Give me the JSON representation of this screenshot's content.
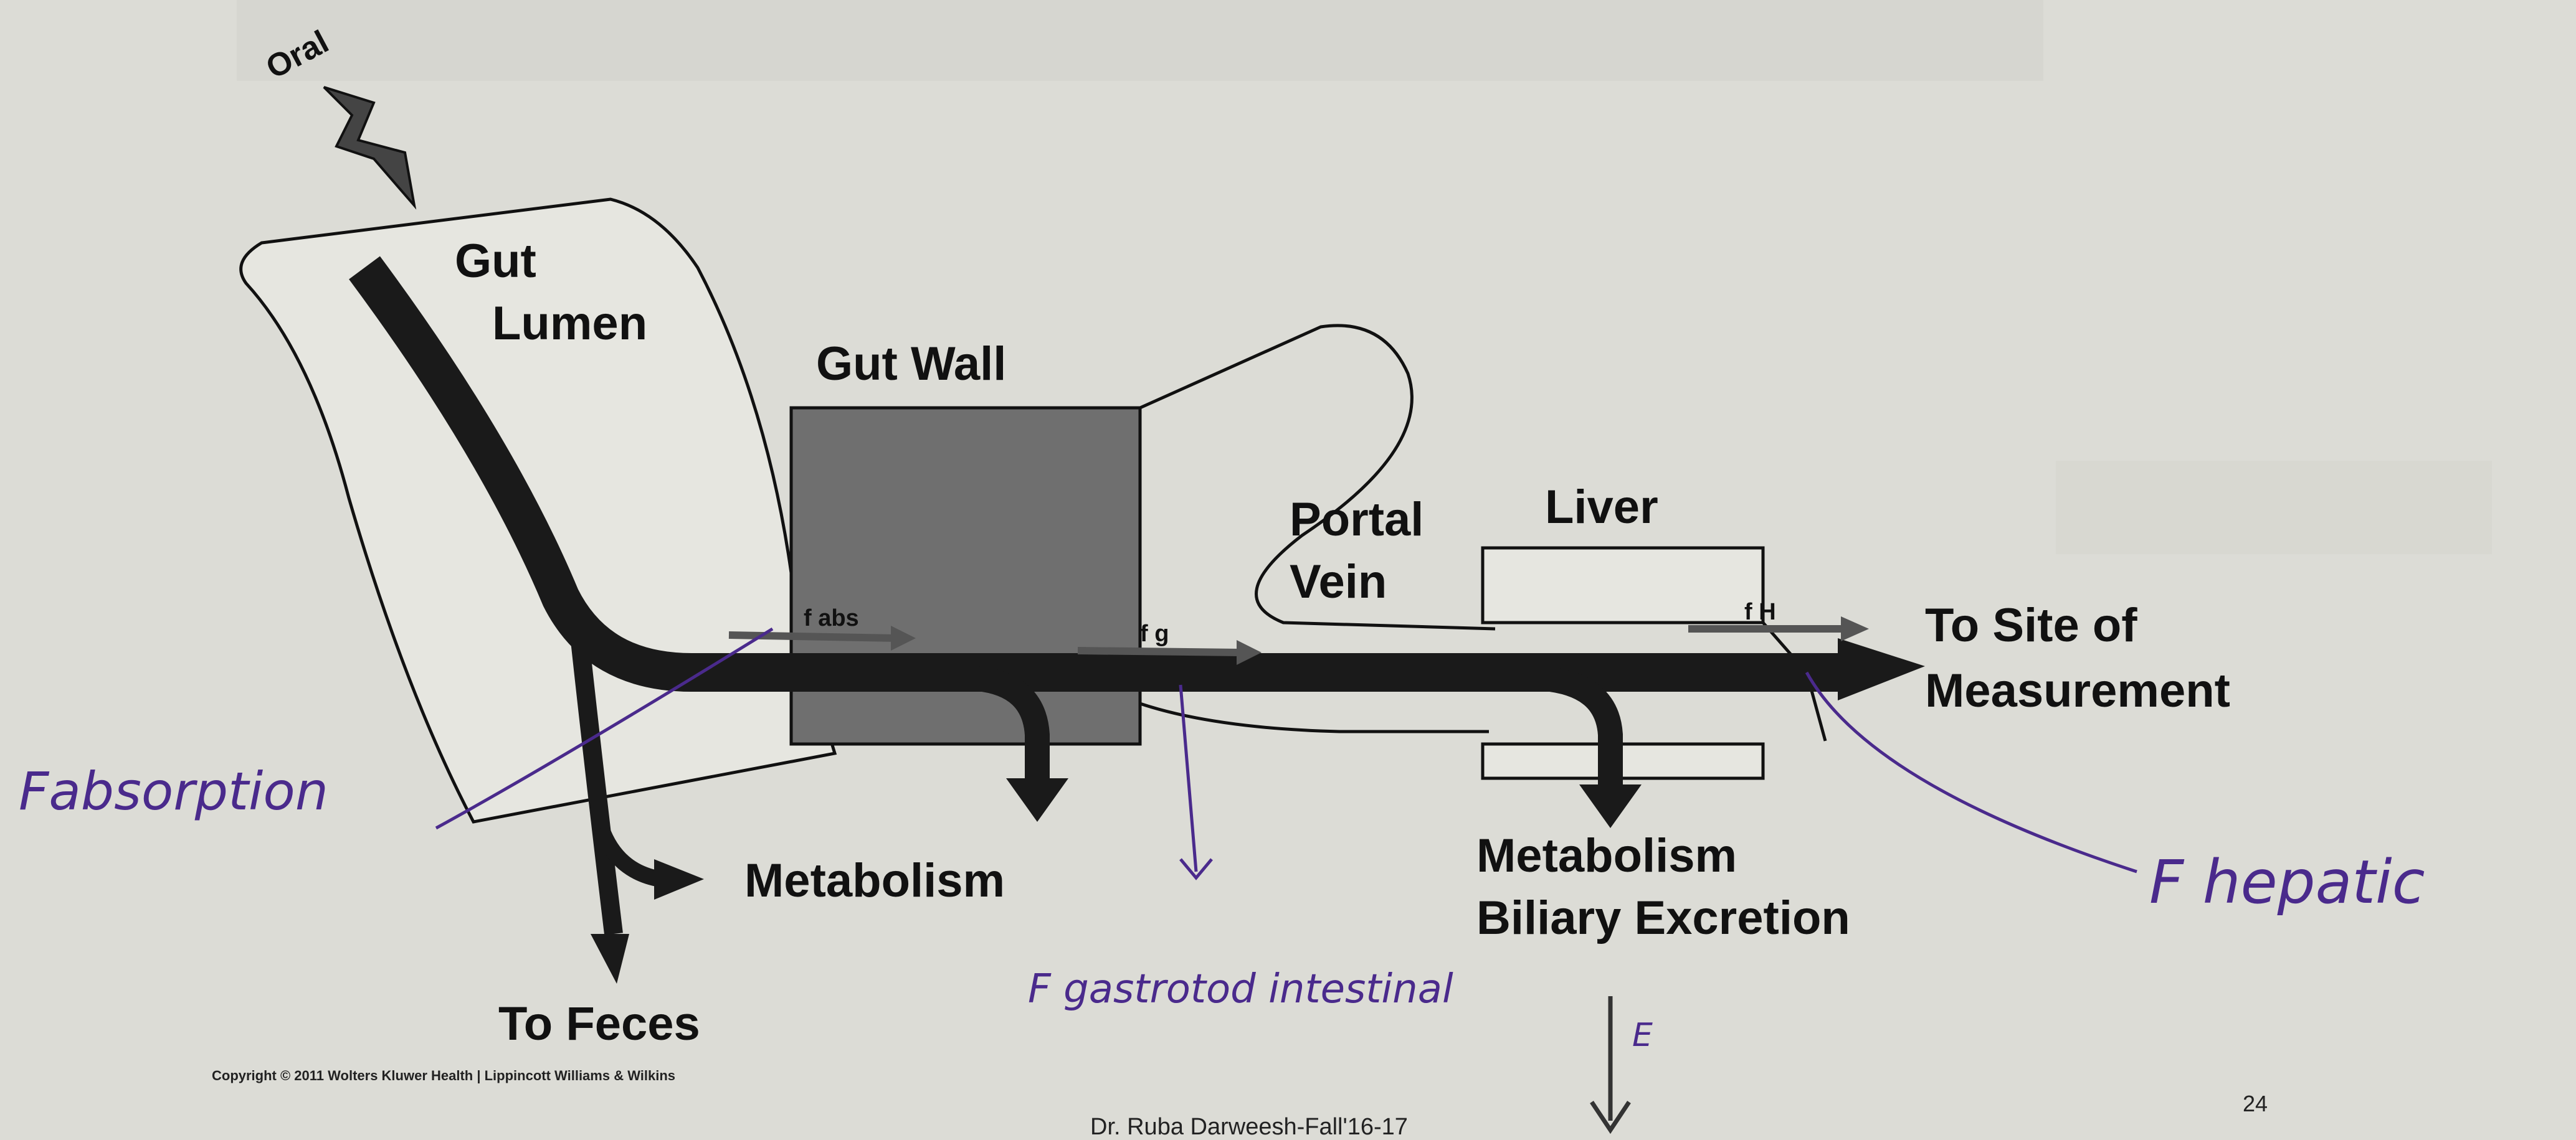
{
  "diagram": {
    "route_label": "Oral",
    "gut_lumen_line1": "Gut",
    "gut_lumen_line2": "Lumen",
    "gut_wall": "Gut Wall",
    "portal_vein_line1": "Portal",
    "portal_vein_line2": "Vein",
    "liver": "Liver",
    "site_line1": "To Site of",
    "site_line2": "Measurement",
    "metabolism_gut": "Metabolism",
    "metabolism_liver": "Metabolism",
    "biliary": "Biliary Excretion",
    "to_feces": "To Feces",
    "f_abs_small": "f abs",
    "f_g_small": "f g",
    "f_h_small": "f H"
  },
  "annotations": {
    "f_absorption": "Fabsorption",
    "f_gi": "F gastrotod intestinal",
    "f_hepatic": "F hepatic",
    "e_label": "E"
  },
  "footer": {
    "copyright": "Copyright © 2011 Wolters Kluwer Health | Lippincott Williams & Wilkins",
    "author": "Dr. Ruba Darweesh-Fall'16-17",
    "page": "24"
  },
  "colors": {
    "background": "#dcdcd6",
    "gut_wall_fill": "#6f6f6f",
    "arrow": "#1a1a1a",
    "handwriting": "#4a2a8c"
  }
}
